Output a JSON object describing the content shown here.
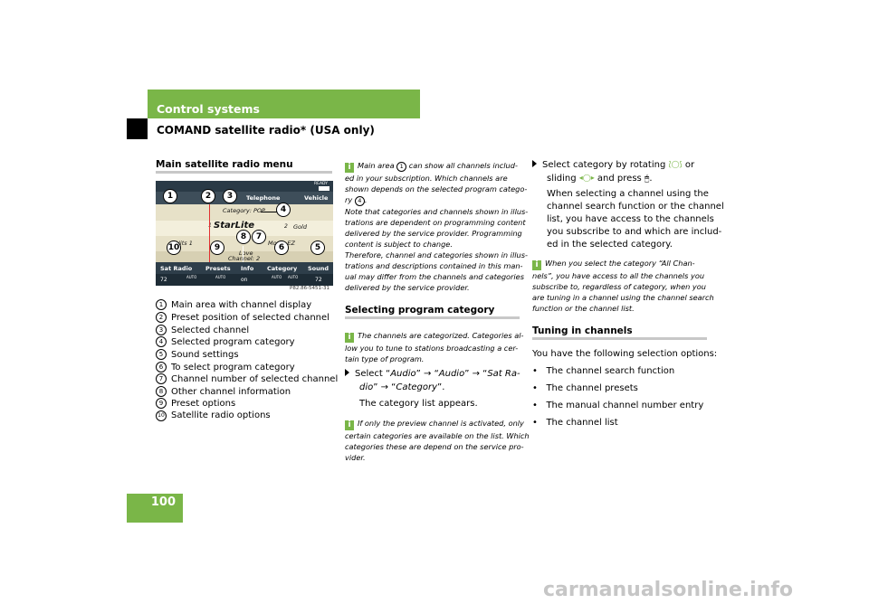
{
  "header": {
    "title": "Control systems",
    "subtitle": "COMAND satellite radio* (USA only)"
  },
  "page_number": "100",
  "col1": {
    "section_title": "Main satellite radio menu",
    "figure": {
      "id": "P82.86-5451-31",
      "tabs": [
        "Telephone",
        "Vehicle"
      ],
      "category": "Category: POP",
      "channel": "Channel: 2",
      "entries": [
        {
          "num": "1",
          "name": "StarLite"
        },
        {
          "num": "2",
          "name": "Gold"
        },
        {
          "num": "",
          "name": "Hits 1"
        },
        {
          "num": "",
          "name": "Movin EZ"
        },
        {
          "num": "",
          "name": "Love"
        }
      ],
      "menu": [
        "Sat Radio",
        "Presets",
        "Info",
        "Category",
        "Sound"
      ],
      "status": [
        "72",
        "on",
        "72"
      ],
      "auto_label": "AUTO",
      "ready_label": "READY"
    },
    "legend": [
      {
        "num": "1",
        "text": "Main area with channel display"
      },
      {
        "num": "2",
        "text": "Preset position of selected channel"
      },
      {
        "num": "3",
        "text": "Selected channel"
      },
      {
        "num": "4",
        "text": "Selected program category"
      },
      {
        "num": "5",
        "text": "Sound settings"
      },
      {
        "num": "6",
        "text": "To select program category"
      },
      {
        "num": "7",
        "text": "Channel number of selected channel"
      },
      {
        "num": "8",
        "text": "Other channel information"
      },
      {
        "num": "9",
        "text": "Preset options"
      },
      {
        "num": "10",
        "text": "Satellite radio options"
      }
    ]
  },
  "col2": {
    "info1": {
      "l1a": "Main area ",
      "l1n": "1",
      "l1b": " can show all channels includ-",
      "l2": "ed in your subscription. Which channels are",
      "l3": "shown depends on the selected program catego-",
      "l4a": "ry ",
      "l4n": "4",
      "l4b": ".",
      "l5": "Note that categories and channels shown in illus-",
      "l6": "trations are dependent on programming content",
      "l7": "delivered by the service provider. Programming",
      "l8": "content is subject to change.",
      "l9": "Therefore, channel and categories shown in illus-",
      "l10": "trations and descriptions contained in this man-",
      "l11": "ual may differ from the channels and categories",
      "l12": "delivered by the service provider."
    },
    "section_title": "Selecting program category",
    "info2": {
      "l1": "The channels are categorized. Categories al-",
      "l2": "low you to tune to stations broadcasting a cer-",
      "l3": "tain type of program."
    },
    "step": {
      "pre": "Select “",
      "a": "Audio",
      "mid1": "” → “",
      "b": "Audio",
      "mid2": "” → “",
      "c": "Sat Ra-",
      "c2": "dio",
      "mid3": "” → “",
      "d": "Category",
      "end": "”."
    },
    "result": "The category list appears.",
    "info3": {
      "l1": "If only the preview channel is activated, only",
      "l2": "certain categories are available on the list. Which",
      "l3": "categories these are depend on the service pro-",
      "l4": "vider."
    }
  },
  "col3": {
    "step": {
      "l1a": "Select category by rotating ",
      "l1b": " or",
      "l2a": "sliding ",
      "l2b": " and press ",
      "l2c": "."
    },
    "para": [
      "When selecting a channel using the",
      "channel search function or the channel",
      "list, you have access to the channels",
      "you subscribe to and which are includ-",
      "ed in the selected category."
    ],
    "info": {
      "l1": "When you select the category “All Chan-",
      "l2": "nels”, you have access to all the channels you",
      "l3": "subscribe to, regardless of category, when you",
      "l4": "are tuning in a channel using the channel search",
      "l5": "function or the channel list."
    },
    "section_title": "Tuning in channels",
    "intro": "You have the following selection options:",
    "bullets": [
      "The channel search function",
      "The channel presets",
      "The manual channel number entry",
      "The channel list"
    ]
  },
  "watermark": "carmanualsonline.info",
  "colors": {
    "accent": "#7ab648",
    "rule": "#c8c8c8"
  }
}
